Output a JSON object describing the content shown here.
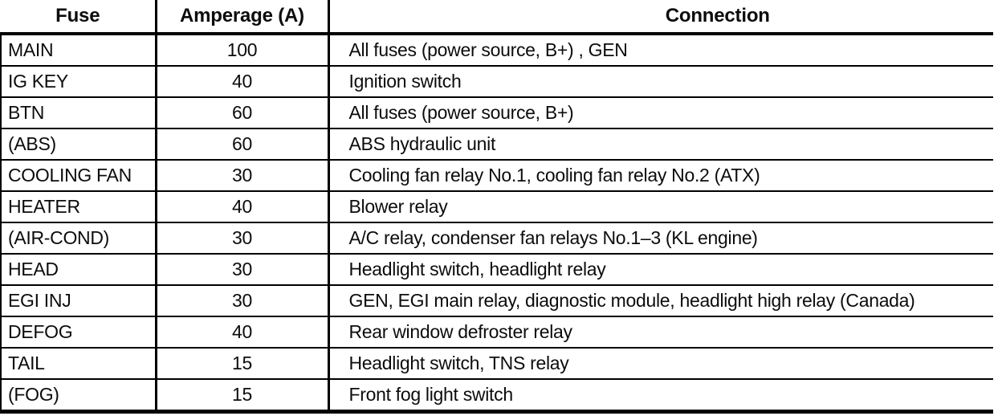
{
  "table": {
    "headers": {
      "fuse": "Fuse",
      "amperage": "Amperage (A)",
      "connection": "Connection"
    },
    "rows": [
      {
        "fuse": "MAIN",
        "amperage": "100",
        "connection": "All fuses (power source, B+) , GEN"
      },
      {
        "fuse": "IG KEY",
        "amperage": "40",
        "connection": "Ignition switch"
      },
      {
        "fuse": "BTN",
        "amperage": "60",
        "connection": "All fuses (power source, B+)"
      },
      {
        "fuse": "(ABS)",
        "amperage": "60",
        "connection": "ABS hydraulic unit"
      },
      {
        "fuse": "COOLING FAN",
        "amperage": "30",
        "connection": "Cooling fan relay No.1, cooling fan relay No.2 (ATX)"
      },
      {
        "fuse": "HEATER",
        "amperage": "40",
        "connection": "Blower relay"
      },
      {
        "fuse": "(AIR-COND)",
        "amperage": "30",
        "connection": "A/C relay, condenser fan relays No.1–3 (KL engine)"
      },
      {
        "fuse": "HEAD",
        "amperage": "30",
        "connection": "Headlight switch, headlight relay"
      },
      {
        "fuse": "EGI INJ",
        "amperage": "30",
        "connection": "GEN, EGI main relay, diagnostic module, headlight high relay (Canada)"
      },
      {
        "fuse": "DEFOG",
        "amperage": "40",
        "connection": "Rear window defroster relay"
      },
      {
        "fuse": "TAIL",
        "amperage": "15",
        "connection": "Headlight switch, TNS relay"
      },
      {
        "fuse": "(FOG)",
        "amperage": "15",
        "connection": "Front fog light switch"
      }
    ],
    "colors": {
      "border": "#000000",
      "text": "#0c0c0c",
      "background": "#ffffff"
    }
  }
}
